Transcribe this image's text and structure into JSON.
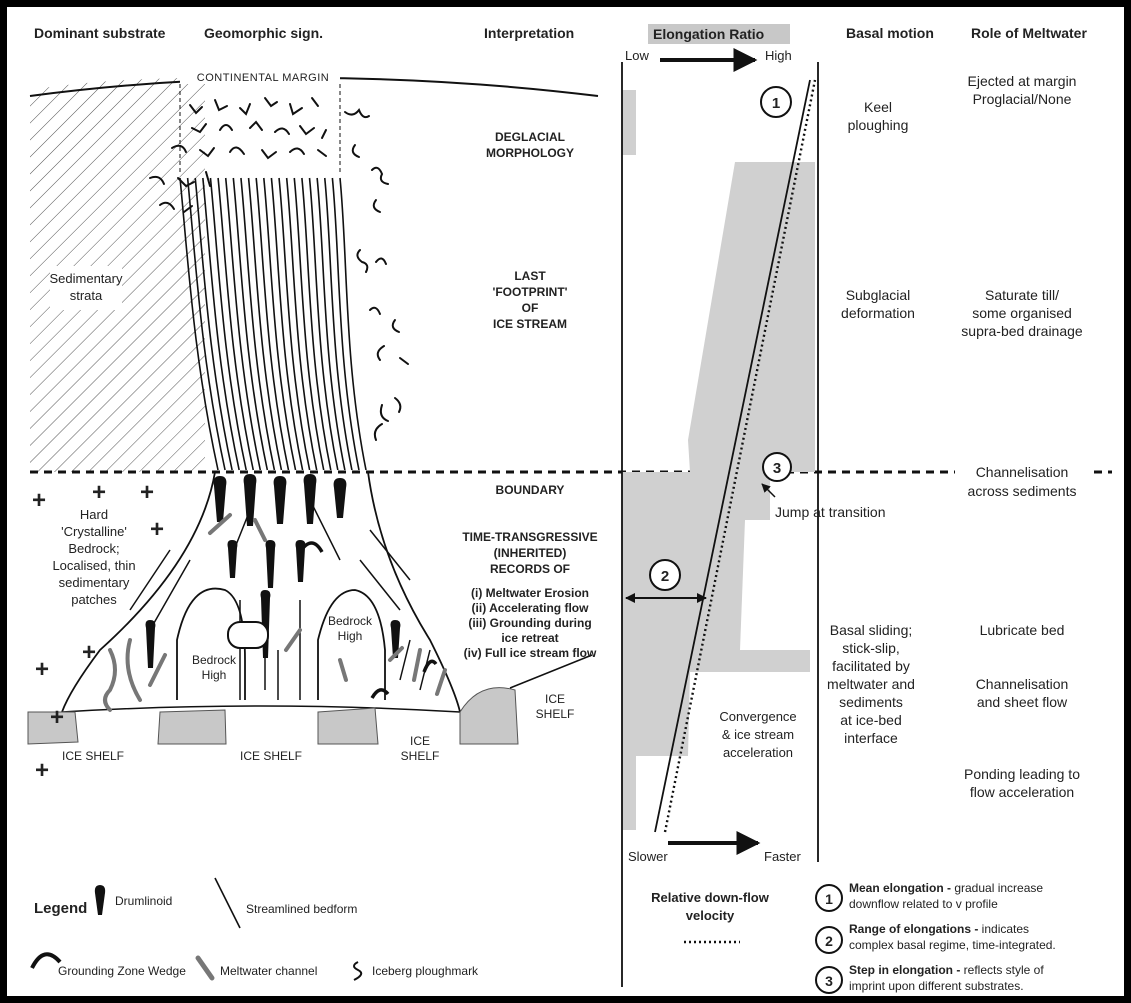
{
  "headers": {
    "dominant_substrate": "Dominant substrate",
    "geomorphic_sign": "Geomorphic sign.",
    "interpretation": "Interpretation",
    "elongation_ratio": "Elongation Ratio",
    "basal_motion": "Basal motion",
    "role_of_meltwater": "Role of Meltwater"
  },
  "axis": {
    "low": "Low",
    "high": "High",
    "slower": "Slower",
    "faster": "Faster"
  },
  "map": {
    "continental_margin": "CONTINENTAL MARGIN",
    "sedimentary_strata_1": "Sedimentary",
    "sedimentary_strata_2": "strata",
    "bedrock_1": "Hard",
    "bedrock_2": "'Crystalline'",
    "bedrock_3": "Bedrock;",
    "bedrock_4": "Localised, thin",
    "bedrock_5": "sedimentary",
    "bedrock_6": "patches",
    "bedrock_high_1a": "Bedrock",
    "bedrock_high_1b": "High",
    "bedrock_high_2a": "Bedrock",
    "bedrock_high_2b": "High",
    "ice_shelf_1": "ICE SHELF",
    "ice_shelf_2": "ICE SHELF",
    "ice_shelf_3a": "ICE",
    "ice_shelf_3b": "SHELF",
    "ice_shelf_4a": "ICE",
    "ice_shelf_4b": "SHELF"
  },
  "interpretation": {
    "deglacial_1": "DEGLACIAL",
    "deglacial_2": "MORPHOLOGY",
    "last_1": "LAST",
    "last_2": "'FOOTPRINT'",
    "last_3": "OF",
    "last_4": "ICE STREAM",
    "boundary": "BOUNDARY",
    "tt_1": "TIME-TRANSGRESSIVE",
    "tt_2": "(INHERITED)",
    "tt_3": "RECORDS OF",
    "tt_4": "(i) Meltwater Erosion",
    "tt_5": "(ii) Accelerating flow",
    "tt_6": "(iii) Grounding during",
    "tt_7": "ice retreat",
    "tt_8": "(iv) Full ice stream flow"
  },
  "markers": {
    "m1": "1",
    "m2": "2",
    "m3": "3",
    "jump": "Jump at transition",
    "convergence_1": "Convergence",
    "convergence_2": "& ice stream",
    "convergence_3": "acceleration"
  },
  "basal_motion": {
    "keel_1": "Keel",
    "keel_2": "ploughing",
    "subglacial_1": "Subglacial",
    "subglacial_2": "deformation",
    "sliding_1": "Basal sliding;",
    "sliding_2": "stick-slip,",
    "sliding_3": "facilitated by",
    "sliding_4": "meltwater and",
    "sliding_5": "sediments",
    "sliding_6": "at ice-bed",
    "sliding_7": "interface"
  },
  "meltwater": {
    "ejected_1": "Ejected at margin",
    "ejected_2": "Proglacial/None",
    "saturate_1": "Saturate till/",
    "saturate_2": "some organised",
    "saturate_3": "supra-bed drainage",
    "channel_1": "Channelisation",
    "channel_2": "across sediments",
    "lubricate": "Lubricate bed",
    "sheet_1": "Channelisation",
    "sheet_2": "and sheet flow",
    "ponding_1": "Ponding leading to",
    "ponding_2": "flow acceleration"
  },
  "legend": {
    "title": "Legend",
    "drumlinoid": "Drumlinoid",
    "streamlined": "Streamlined bedform",
    "gzw": "Grounding Zone Wedge",
    "meltwater_channel": "Meltwater channel",
    "iceberg": "Iceberg ploughmark",
    "velocity_1": "Relative down-flow",
    "velocity_2": "velocity",
    "n1": "1",
    "n2": "2",
    "n3": "3",
    "n1_bold": "Mean elongation -",
    "n1_rest": " gradual increase",
    "n1_line2": "downflow related to v profile",
    "n2_bold": "Range of elongations -",
    "n2_rest": " indicates",
    "n2_line2": "complex basal regime, time-integrated.",
    "n3_bold": "Step in elongation -",
    "n3_rest": " reflects style of",
    "n3_line2": "imprint upon different substrates."
  },
  "colors": {
    "shade": "#d0d0d0",
    "channel": "#7a7a7a",
    "ink": "#111111"
  }
}
